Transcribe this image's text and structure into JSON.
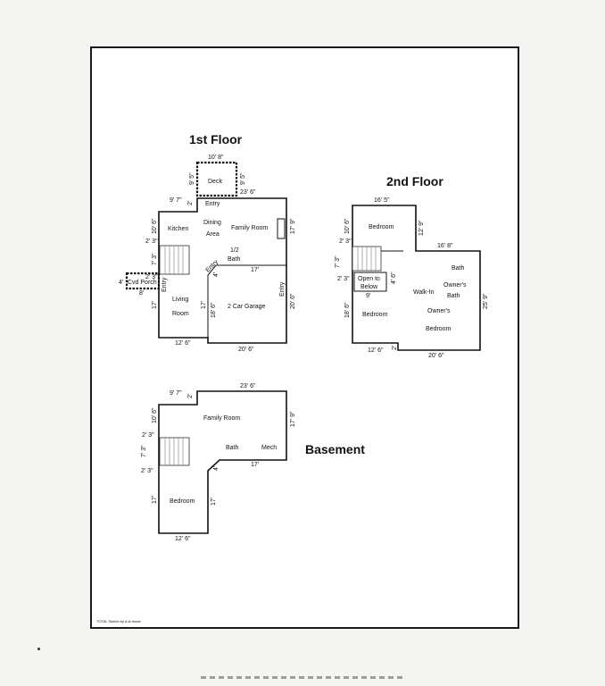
{
  "headings": {
    "first": "1st Floor",
    "second": "2nd Floor",
    "basement": "Basement"
  },
  "first_floor": {
    "rooms": {
      "deck": "Deck",
      "entry_top": "Entry",
      "kitchen": "Kitchen",
      "dining_1": "Dining",
      "dining_2": "Area",
      "family": "Family Room",
      "half_bath_1": "1/2",
      "half_bath_2": "Bath",
      "entry_diag": "Entry",
      "entry_left": "Entry",
      "cvd_porch": "Cvd Porch",
      "living_1": "Living",
      "living_2": "Room",
      "garage": "2 Car Garage",
      "entry_right": "Entry"
    },
    "dims": {
      "deck_w": "10' 8\"",
      "deck_left": "9' 5\"",
      "deck_right": "9' 5\"",
      "top_right": "23' 6\"",
      "top_left": "9' 7\"",
      "two_a": "2'",
      "left_upper": "10' 6\"",
      "right_upper": "17' 9\"",
      "step_a": "2' 3\"",
      "left_mid": "7' 3\"",
      "porch_four": "4'",
      "porch_small": "2' 3\"",
      "porch_eight": "8'",
      "left_lower": "17'",
      "living_inner": "17'",
      "garage_left": "18' 6\"",
      "garage_right": "20' 6\"",
      "garage_top": "17'",
      "four": "4'",
      "bottom_left": "12' 6\"",
      "bottom_right": "20' 6\""
    }
  },
  "second_floor": {
    "rooms": {
      "bedroom_top": "Bedroom",
      "open_1": "Open to",
      "open_2": "Below",
      "bath": "Bath",
      "walkin": "Walk-In",
      "owners_bath_1": "Owner's",
      "owners_bath_2": "Bath",
      "bedroom_left": "Bedroom",
      "owners_bed_1": "Owner's",
      "owners_bed_2": "Bedroom"
    },
    "dims": {
      "top": "16' 5\"",
      "left_upper": "10' 6\"",
      "two_three_a": "2' 3\"",
      "right_notch": "12' 9\"",
      "right_top": "16' 8\"",
      "left_mid": "7' 3\"",
      "two_three_b": "2' 3\"",
      "four_six": "4' 6\"",
      "nine": "9'",
      "left_lower": "18' 6\"",
      "right_side": "25' 9\"",
      "bottom_left": "12' 6\"",
      "two": "2'",
      "bottom_right": "20' 6\""
    }
  },
  "basement": {
    "rooms": {
      "family": "Family Room",
      "bath": "Bath",
      "mech": "Mech",
      "bedroom": "Bedroom"
    },
    "dims": {
      "top_left": "9' 7\"",
      "two": "2'",
      "top_right": "23' 6\"",
      "left_upper": "10' 6\"",
      "right_side": "17' 9\"",
      "two_three_a": "2' 3\"",
      "left_mid": "7' 3\"",
      "two_three_b": "2' 3\"",
      "seventeen": "17'",
      "four": "4'",
      "left_lower": "17'",
      "inner": "17'",
      "bottom": "12' 6\""
    }
  },
  "credit": "TOTAL Sketch by a la mode"
}
